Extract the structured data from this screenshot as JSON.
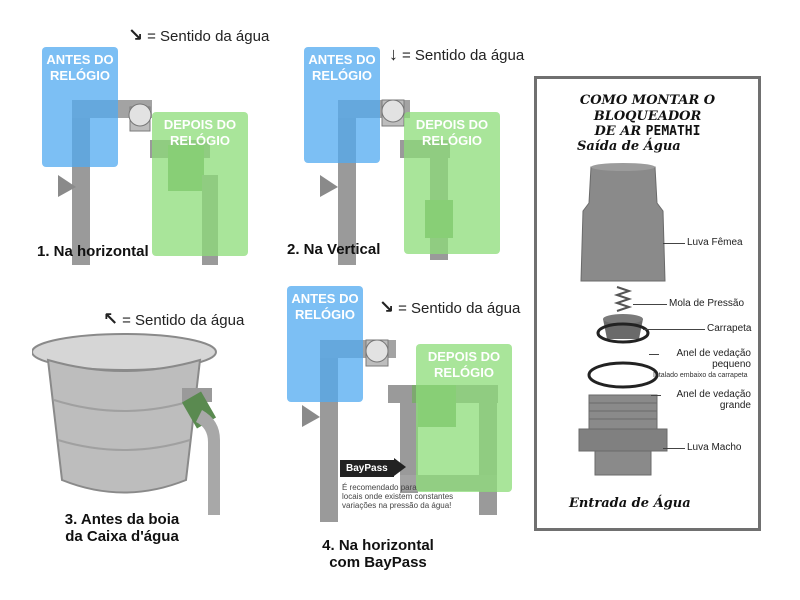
{
  "flow_label": "= Sentido da água",
  "zones": {
    "before": "ANTES DO RELÓGIO",
    "after": "DEPOIS DO RELÓGIO"
  },
  "captions": {
    "c1": "1. Na horizontal",
    "c2": "2. Na Vertical",
    "c3_line1": "3. Antes da boia",
    "c3_line2": "da Caixa d'água",
    "c4_line1": "4. Na horizontal",
    "c4_line2": "com BayPass"
  },
  "baypass": {
    "tag": "BayPass",
    "note": [
      "É recomendado para",
      "locais onde existem constantes",
      "variações na pressão da água!"
    ]
  },
  "panel": {
    "title_line1": "COMO MONTAR O BLOQUEADOR",
    "title_line2_prefix": "DE AR",
    "title_line2_brand": "PEMATHI",
    "top_label": "Saída de Água",
    "bottom_label": "Entrada de Água",
    "parts": {
      "luva_femea": "Luva Fêmea",
      "mola": "Mola de Pressão",
      "carrapeta": "Carrapeta",
      "anel_pequeno_1": "Anel de vedação",
      "anel_pequeno_2": "pequeno",
      "anel_note": "Intalado embaixo da carrapeta",
      "anel_grande_1": "Anel de vedação",
      "anel_grande_2": "grande",
      "luva_macho": "Luva Macho"
    }
  },
  "colors": {
    "zone_blue": "#50aaf0",
    "zone_green": "#8cdc78",
    "pipe_gray": "#9a9a9a",
    "panel_border": "#707070"
  }
}
